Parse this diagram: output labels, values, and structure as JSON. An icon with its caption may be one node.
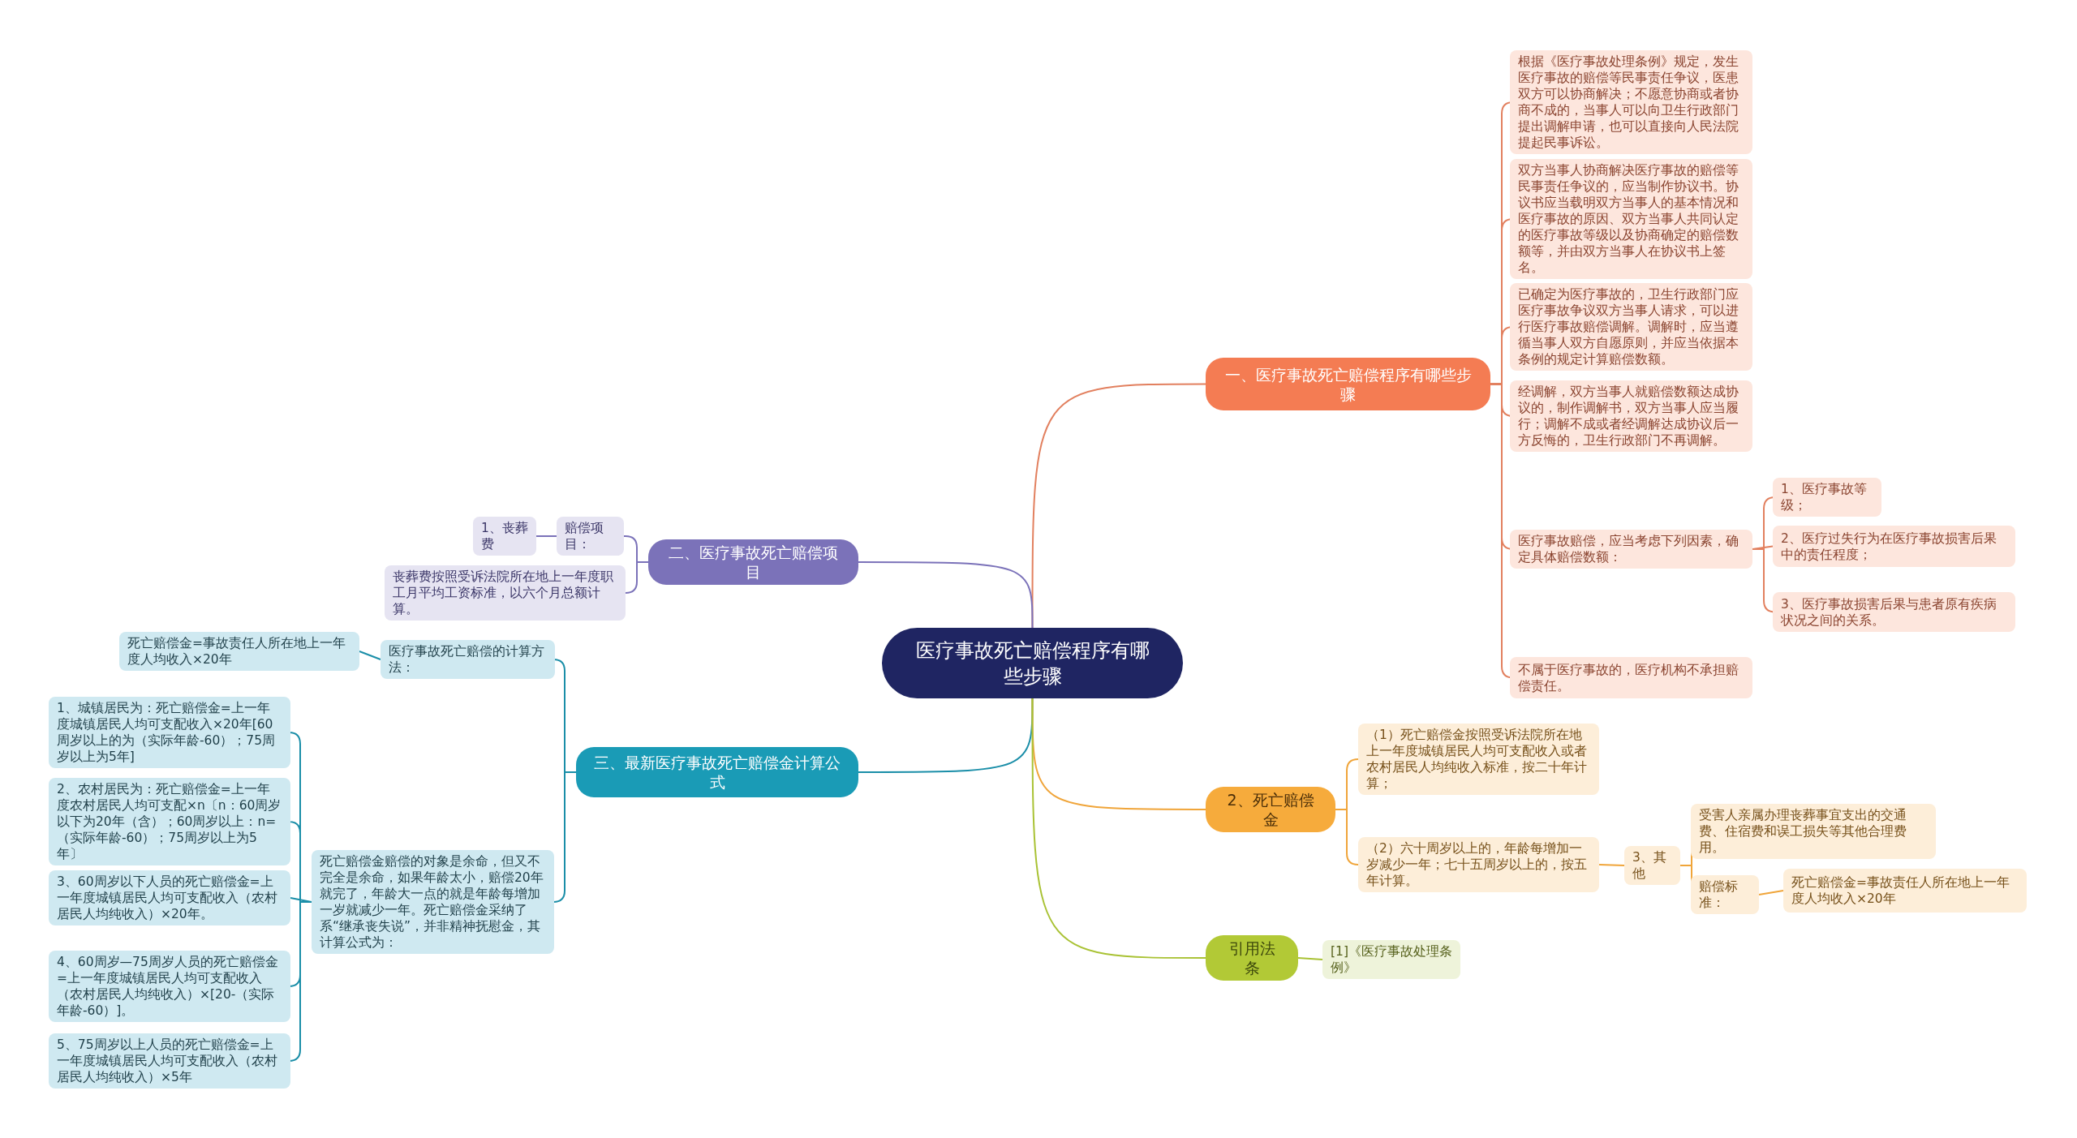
{
  "diagram": {
    "nodes": [
      {
        "text": [
          "医疗事故死亡赔偿程序有哪些步骤"
        ]
      },
      {
        "text": [
          "一、医疗事故死亡赔偿程序有哪些步骤"
        ]
      },
      {
        "text": [
          "根据《医疗事故处理条例》规定，发生医疗事故的赔偿等民事责任争议，医患双方可以协商解决；不愿意协商或者协商不成的，当事人可以向卫生行政部门提出调解申请，也可以直接向人民法院提起民事诉讼。"
        ]
      },
      {
        "text": [
          "双方当事人协商解决医疗事故的赔偿等民事责任争议的，应当制作协议书。协议书应当载明双方当事人的基本情况和医疗事故的原因、双方当事人共同认定的医疗事故等级以及协商确定的赔偿数额等，并由双方当事人在协议书上签名。"
        ]
      },
      {
        "text": [
          "已确定为医疗事故的，卫生行政部门应医疗事故争议双方当事人请求，可以进行医疗事故赔偿调解。调解时，应当遵循当事人双方自愿原则，并应当依据本条例的规定计算赔偿数额。"
        ]
      },
      {
        "text": [
          "经调解，双方当事人就赔偿数额达成协议的，制作调解书，双方当事人应当履行；调解不成或者经调解达成协议后一方反悔的，卫生行政部门不再调解。"
        ]
      },
      {
        "text": [
          "医疗事故赔偿，应当考虑下列因素，确定具体赔偿数额："
        ]
      },
      {
        "text": [
          "1、医疗事故等级；"
        ]
      },
      {
        "text": [
          "2、医疗过失行为在医疗事故损害后果中的责任程度；"
        ]
      },
      {
        "text": [
          "3、医疗事故损害后果与患者原有疾病状况之间的关系。"
        ]
      },
      {
        "text": [
          "不属于医疗事故的，医疗机构不承担赔偿责任。"
        ]
      },
      {
        "text": [
          "二、医疗事故死亡赔偿项目"
        ]
      },
      {
        "text": [
          "赔偿项目："
        ]
      },
      {
        "text": [
          "1、丧葬费"
        ]
      },
      {
        "text": [
          "丧葬费按照受诉法院所在地上一年度职工月平均工资标准，以六个月总额计算。"
        ]
      },
      {
        "text": [
          "三、最新医疗事故死亡赔偿金计算公式"
        ]
      },
      {
        "text": [
          "医疗事故死亡赔偿的计算方法："
        ]
      },
      {
        "text": [
          "死亡赔偿金=事故责任人所在地上一年度人均收入×20年"
        ]
      },
      {
        "text": [
          "死亡赔偿金赔偿的对象是余命，但又不完全是余命，如果年龄太小，赔偿20年就完了，年龄大一点的就是年龄每增加一岁就减少一年。死亡赔偿金采纳了系“继承丧失说”，并非精神抚慰金，其计算公式为："
        ]
      },
      {
        "text": [
          "1、城镇居民为：死亡赔偿金=上一年度城镇居民人均可支配收入×20年[60周岁以上的为（实际年龄-60）；75周岁以上为5年]"
        ]
      },
      {
        "text": [
          "2、农村居民为：死亡赔偿金=上一年度农村居民人均可支配×n〔n：60周岁以下为20年（含）；60周岁以上：n=（实际年龄-60）；75周岁以上为5年〕"
        ]
      },
      {
        "text": [
          "3、60周岁以下人员的死亡赔偿金=上一年度城镇居民人均可支配收入（农村居民人均纯收入）×20年。"
        ]
      },
      {
        "text": [
          "4、60周岁—75周岁人员的死亡赔偿金=上一年度城镇居民人均可支配收入（农村居民人均纯收入）×[20-（实际年龄-60）]。"
        ]
      },
      {
        "text": [
          "5、75周岁以上人员的死亡赔偿金=上一年度城镇居民人均可支配收入（农村居民人均纯收入）×5年"
        ]
      },
      {
        "text": [
          "2、死亡赔偿金"
        ]
      },
      {
        "text": [
          "（1）死亡赔偿金按照受诉法院所在地上一年度城镇居民人均可支配收入或者农村居民人均纯收入标准，按二十年计算；"
        ]
      },
      {
        "text": [
          "（2）六十周岁以上的，年龄每增加一岁减少一年；七十五周岁以上的，按五年计算。"
        ]
      },
      {
        "text": [
          "3、其他"
        ]
      },
      {
        "text": [
          "受害人亲属办理丧葬事宜支出的交通费、住宿费和误工损失等其他合理费用。"
        ]
      },
      {
        "text": [
          "赔偿标准："
        ]
      },
      {
        "text": [
          "死亡赔偿金=事故责任人所在地上一年度人均收入×20年"
        ]
      },
      {
        "text": [
          "引用法条"
        ]
      },
      {
        "text": [
          "[1]《医疗事故处理条例》"
        ]
      }
    ],
    "edges": [
      {
        "from": 0,
        "to": 1,
        "arrow": "none"
      },
      {
        "from": 1,
        "to": 2,
        "arrow": "none"
      },
      {
        "from": 1,
        "to": 3,
        "arrow": "none"
      },
      {
        "from": 1,
        "to": 4,
        "arrow": "none"
      },
      {
        "from": 1,
        "to": 5,
        "arrow": "none"
      },
      {
        "from": 1,
        "to": 6,
        "arrow": "none"
      },
      {
        "from": 6,
        "to": 7,
        "arrow": "none"
      },
      {
        "from": 6,
        "to": 8,
        "arrow": "none"
      },
      {
        "from": 6,
        "to": 9,
        "arrow": "none"
      },
      {
        "from": 1,
        "to": 10,
        "arrow": "none"
      },
      {
        "from": 0,
        "to": 11,
        "arrow": "none",
        "color": "#7b72b9"
      },
      {
        "from": 11,
        "to": 12,
        "arrow": "none",
        "color": "#7b72b9"
      },
      {
        "from": 12,
        "to": 13,
        "arrow": "none",
        "color": "#7b72b9"
      },
      {
        "from": 11,
        "to": 14,
        "arrow": "none",
        "color": "#7b72b9"
      },
      {
        "from": 0,
        "to": 15,
        "arrow": "none",
        "color": "#1a8ea8"
      },
      {
        "from": 15,
        "to": 16,
        "arrow": "none",
        "color": "#1a8ea8"
      },
      {
        "from": 16,
        "to": 17,
        "arrow": "none",
        "color": "#1a8ea8"
      },
      {
        "from": 15,
        "to": 18,
        "arrow": "none",
        "color": "#1a8ea8"
      },
      {
        "from": 18,
        "to": 19,
        "arrow": "none",
        "color": "#1a8ea8"
      },
      {
        "from": 18,
        "to": 20,
        "arrow": "none",
        "color": "#1a8ea8"
      },
      {
        "from": 18,
        "to": 21,
        "arrow": "none",
        "color": "#1a8ea8"
      },
      {
        "from": 18,
        "to": 22,
        "arrow": "none",
        "color": "#1a8ea8"
      },
      {
        "from": 18,
        "to": 23,
        "arrow": "none",
        "color": "#1a8ea8"
      },
      {
        "from": 0,
        "to": 24,
        "arrow": "none",
        "color": "#f0a53a"
      },
      {
        "from": 24,
        "to": 25,
        "arrow": "none",
        "color": "#f0a53a"
      },
      {
        "from": 24,
        "to": 26,
        "arrow": "none",
        "color": "#f0a53a"
      },
      {
        "from": 26,
        "to": 27,
        "arrow": "none",
        "color": "#f0a53a"
      },
      {
        "from": 27,
        "to": 28,
        "arrow": "none",
        "color": "#f0a53a"
      },
      {
        "from": 27,
        "to": 29,
        "arrow": "none",
        "color": "#f0a53a"
      },
      {
        "from": 29,
        "to": 30,
        "arrow": "none",
        "color": "#f0a53a"
      },
      {
        "from": 0,
        "to": 31,
        "arrow": "none",
        "color": "#a9c234"
      },
      {
        "from": 31,
        "to": 32,
        "arrow": "none",
        "color": "#a9c234"
      }
    ]
  }
}
